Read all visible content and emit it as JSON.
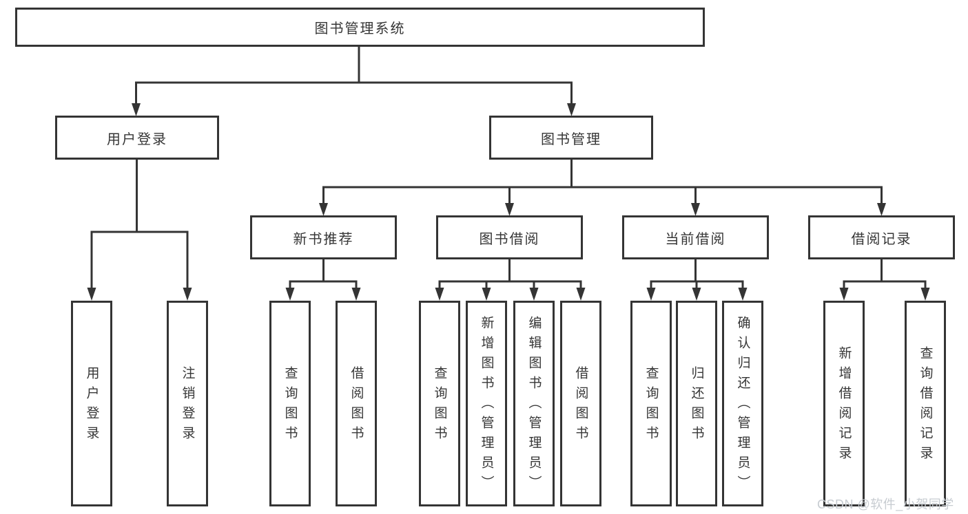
{
  "tree": {
    "root": {
      "label": "图书管理系统"
    },
    "branches": [
      {
        "label": "用户登录",
        "children": [
          {
            "label": "用户登录"
          },
          {
            "label": "注销登录"
          }
        ]
      },
      {
        "label": "图书管理",
        "children": [
          {
            "label": "新书推荐",
            "children": [
              {
                "label": "查询图书"
              },
              {
                "label": "借阅图书"
              }
            ]
          },
          {
            "label": "图书借阅",
            "children": [
              {
                "label": "查询图书"
              },
              {
                "label": "新增图书（管理员）"
              },
              {
                "label": "编辑图书（管理员）"
              },
              {
                "label": "借阅图书"
              }
            ]
          },
          {
            "label": "当前借阅",
            "children": [
              {
                "label": "查询图书"
              },
              {
                "label": "归还图书"
              },
              {
                "label": "确认归还（管理员）"
              }
            ]
          },
          {
            "label": "借阅记录",
            "children": [
              {
                "label": "新增借阅记录"
              },
              {
                "label": "查询借阅记录"
              }
            ]
          }
        ]
      }
    ]
  },
  "watermark": {
    "text": "CSDN @软件_小贺同学",
    "color": "#c7ccd1"
  },
  "colors": {
    "line": "#343434",
    "box_border": "#343434",
    "text": "#363636",
    "background": "#ffffff"
  }
}
